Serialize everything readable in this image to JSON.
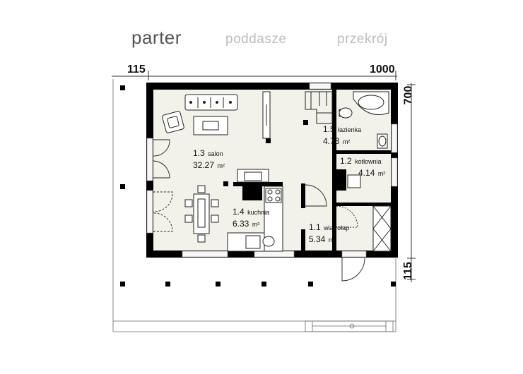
{
  "tabs": [
    {
      "label": "parter",
      "active": true
    },
    {
      "label": "poddasze",
      "active": false
    },
    {
      "label": "przekrój",
      "active": false
    }
  ],
  "dimensions": {
    "top_left": "115",
    "top_right": "1000",
    "right_top": "700",
    "right_bottom": "115"
  },
  "rooms": [
    {
      "number": "1.3",
      "name": "salon",
      "area": "32.27",
      "unit": "m²"
    },
    {
      "number": "1.4",
      "name": "kuchnia",
      "area": "6.33",
      "unit": "m²"
    },
    {
      "number": "1.5",
      "name": "łazienka",
      "area": "4.73",
      "unit": "m²"
    },
    {
      "number": "1.2",
      "name": "kotłownia",
      "area": "4.14",
      "unit": "m²"
    },
    {
      "number": "1.1",
      "name": "wiatrołap",
      "area": "5.34",
      "unit": "m²"
    }
  ],
  "colors": {
    "floor": "#f2f1ea",
    "wall": "#000000",
    "active_tab": "#555555",
    "inactive_tab": "#bdbdbd"
  }
}
